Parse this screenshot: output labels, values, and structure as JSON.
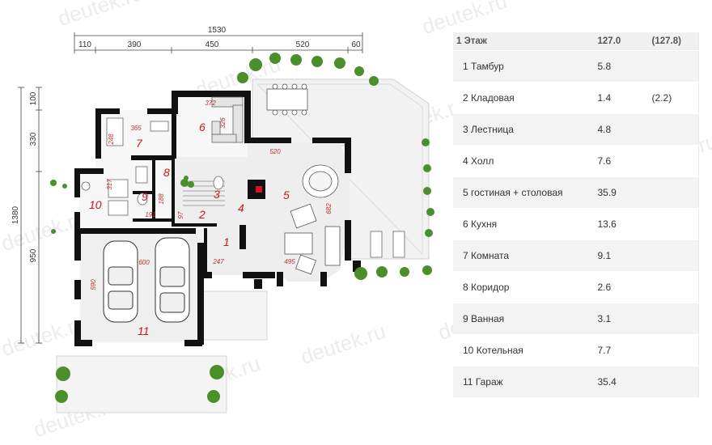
{
  "dims": {
    "total_width": "1530",
    "top_segments": [
      "110",
      "390",
      "450",
      "520",
      "60"
    ],
    "left_total": "1380",
    "left_segments": [
      "100",
      "330",
      "950"
    ]
  },
  "inner_dims": [
    "372",
    "326",
    "365",
    "248",
    "520",
    "317",
    "188",
    "191",
    "97",
    "682",
    "600",
    "590",
    "495",
    "247"
  ],
  "room_numbers": [
    "1",
    "2",
    "3",
    "4",
    "5",
    "6",
    "7",
    "8",
    "9",
    "10",
    "11"
  ],
  "watermark": "deutek.ru",
  "table": {
    "header": {
      "name": "1 Этаж",
      "area": "127.0",
      "area2": "(127.8)"
    },
    "rows": [
      {
        "num": "1",
        "name": "Тамбур",
        "area": "5.8",
        "area2": ""
      },
      {
        "num": "2",
        "name": "Кладовая",
        "area": "1.4",
        "area2": "(2.2)"
      },
      {
        "num": "3",
        "name": "Лестница",
        "area": "4.8",
        "area2": ""
      },
      {
        "num": "4",
        "name": "Холл",
        "area": "7.6",
        "area2": ""
      },
      {
        "num": "5",
        "name": "гостиная + столовая",
        "area": "35.9",
        "area2": ""
      },
      {
        "num": "6",
        "name": "Кухня",
        "area": "13.6",
        "area2": ""
      },
      {
        "num": "7",
        "name": "Комната",
        "area": "9.1",
        "area2": ""
      },
      {
        "num": "8",
        "name": "Коридор",
        "area": "2.6",
        "area2": ""
      },
      {
        "num": "9",
        "name": "Ванная",
        "area": "3.1",
        "area2": ""
      },
      {
        "num": "10",
        "name": "Котельная",
        "area": "7.7",
        "area2": ""
      },
      {
        "num": "11",
        "name": "Гараж",
        "area": "35.4",
        "area2": ""
      }
    ]
  },
  "colors": {
    "wall": "#111111",
    "room_number": "#d0141e",
    "terrace": "#f1f1f1",
    "plant": "#4b8f2a"
  }
}
